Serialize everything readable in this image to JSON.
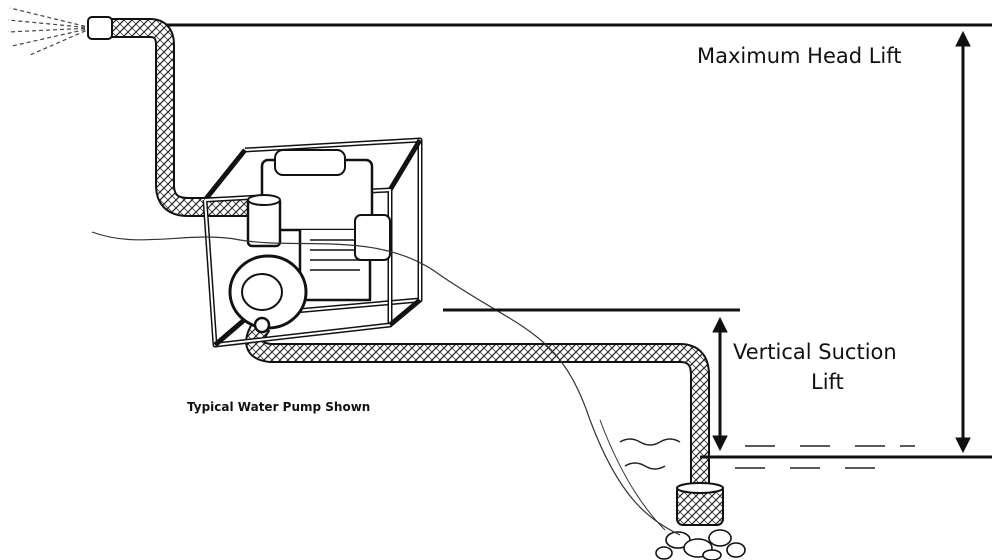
{
  "labels": {
    "max_head_lift": "Maximum Head Lift",
    "vertical_suction_lift_line1": "Vertical Suction",
    "vertical_suction_lift_line2": "Lift",
    "pump_caption": "Typical Water Pump Shown"
  },
  "colors": {
    "ink": "#111111",
    "hose_fill": "#e8e8e8",
    "background": "#ffffff"
  }
}
